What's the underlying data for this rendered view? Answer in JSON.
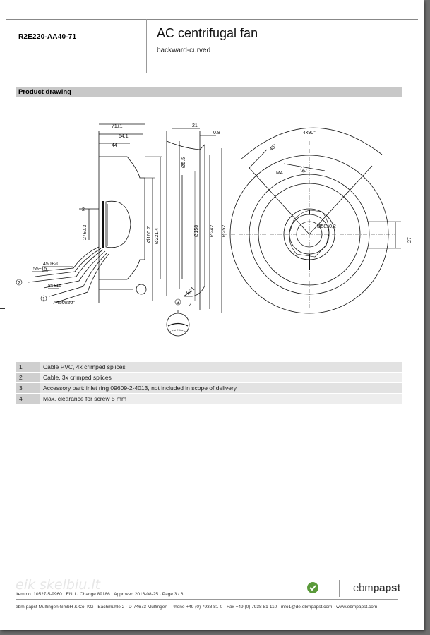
{
  "header": {
    "model": "R2E220-AA40-71",
    "title": "AC centrifugal fan",
    "subtitle": "backward-curved"
  },
  "section": {
    "title": "Product drawing"
  },
  "drawing": {
    "side_dims": {
      "d71": "71±1",
      "d64": "64.1",
      "d44": "44",
      "d2": "2",
      "d27": "27±0.3",
      "d450a": "450±20",
      "d55": "55±15",
      "d85": "85±15",
      "d450b": "450±20",
      "d160": "Ø160.7",
      "d221": "Ø221.4"
    },
    "profile_dims": {
      "d21": "21",
      "d08": "0.8",
      "d95": "Ø5.5",
      "d158": "Ø158",
      "d242": "Ø242",
      "d252": "Ø252",
      "r21": "R21",
      "d2": "2"
    },
    "front_dims": {
      "angle": "4x90°",
      "a45": "45°",
      "m4": "M4",
      "d58": "Ø58±0.2",
      "d27": "27"
    },
    "callouts": {
      "c1": "1",
      "c2": "2",
      "c3": "3",
      "c4": "4"
    }
  },
  "legend": [
    {
      "num": "1",
      "text": "Cable PVC, 4x crimped splices"
    },
    {
      "num": "2",
      "text": "Cable, 3x crimped splices"
    },
    {
      "num": "3",
      "text": "Accessory part: inlet ring 09609-2-4013, not included in scope of delivery"
    },
    {
      "num": "4",
      "text": "Max. clearance for screw 5 mm"
    }
  ],
  "footer": {
    "info": "Item no. 10527-5-9960 · ENU · Change 89186 · Approved 2016-08-25 · Page 3 / 6",
    "address": "ebm-papst Mulfingen GmbH & Co. KG · Bachmühle 2 · D-74673 Mulfingen · Phone +49 (0) 7938 81-0 · Fax +49 (0) 7938 81-110 · info1@de.ebmpapst.com · www.ebmpapst.com",
    "brand_a": "ebm",
    "brand_b": "papst",
    "watermark": "eik skelbiu.lt"
  }
}
